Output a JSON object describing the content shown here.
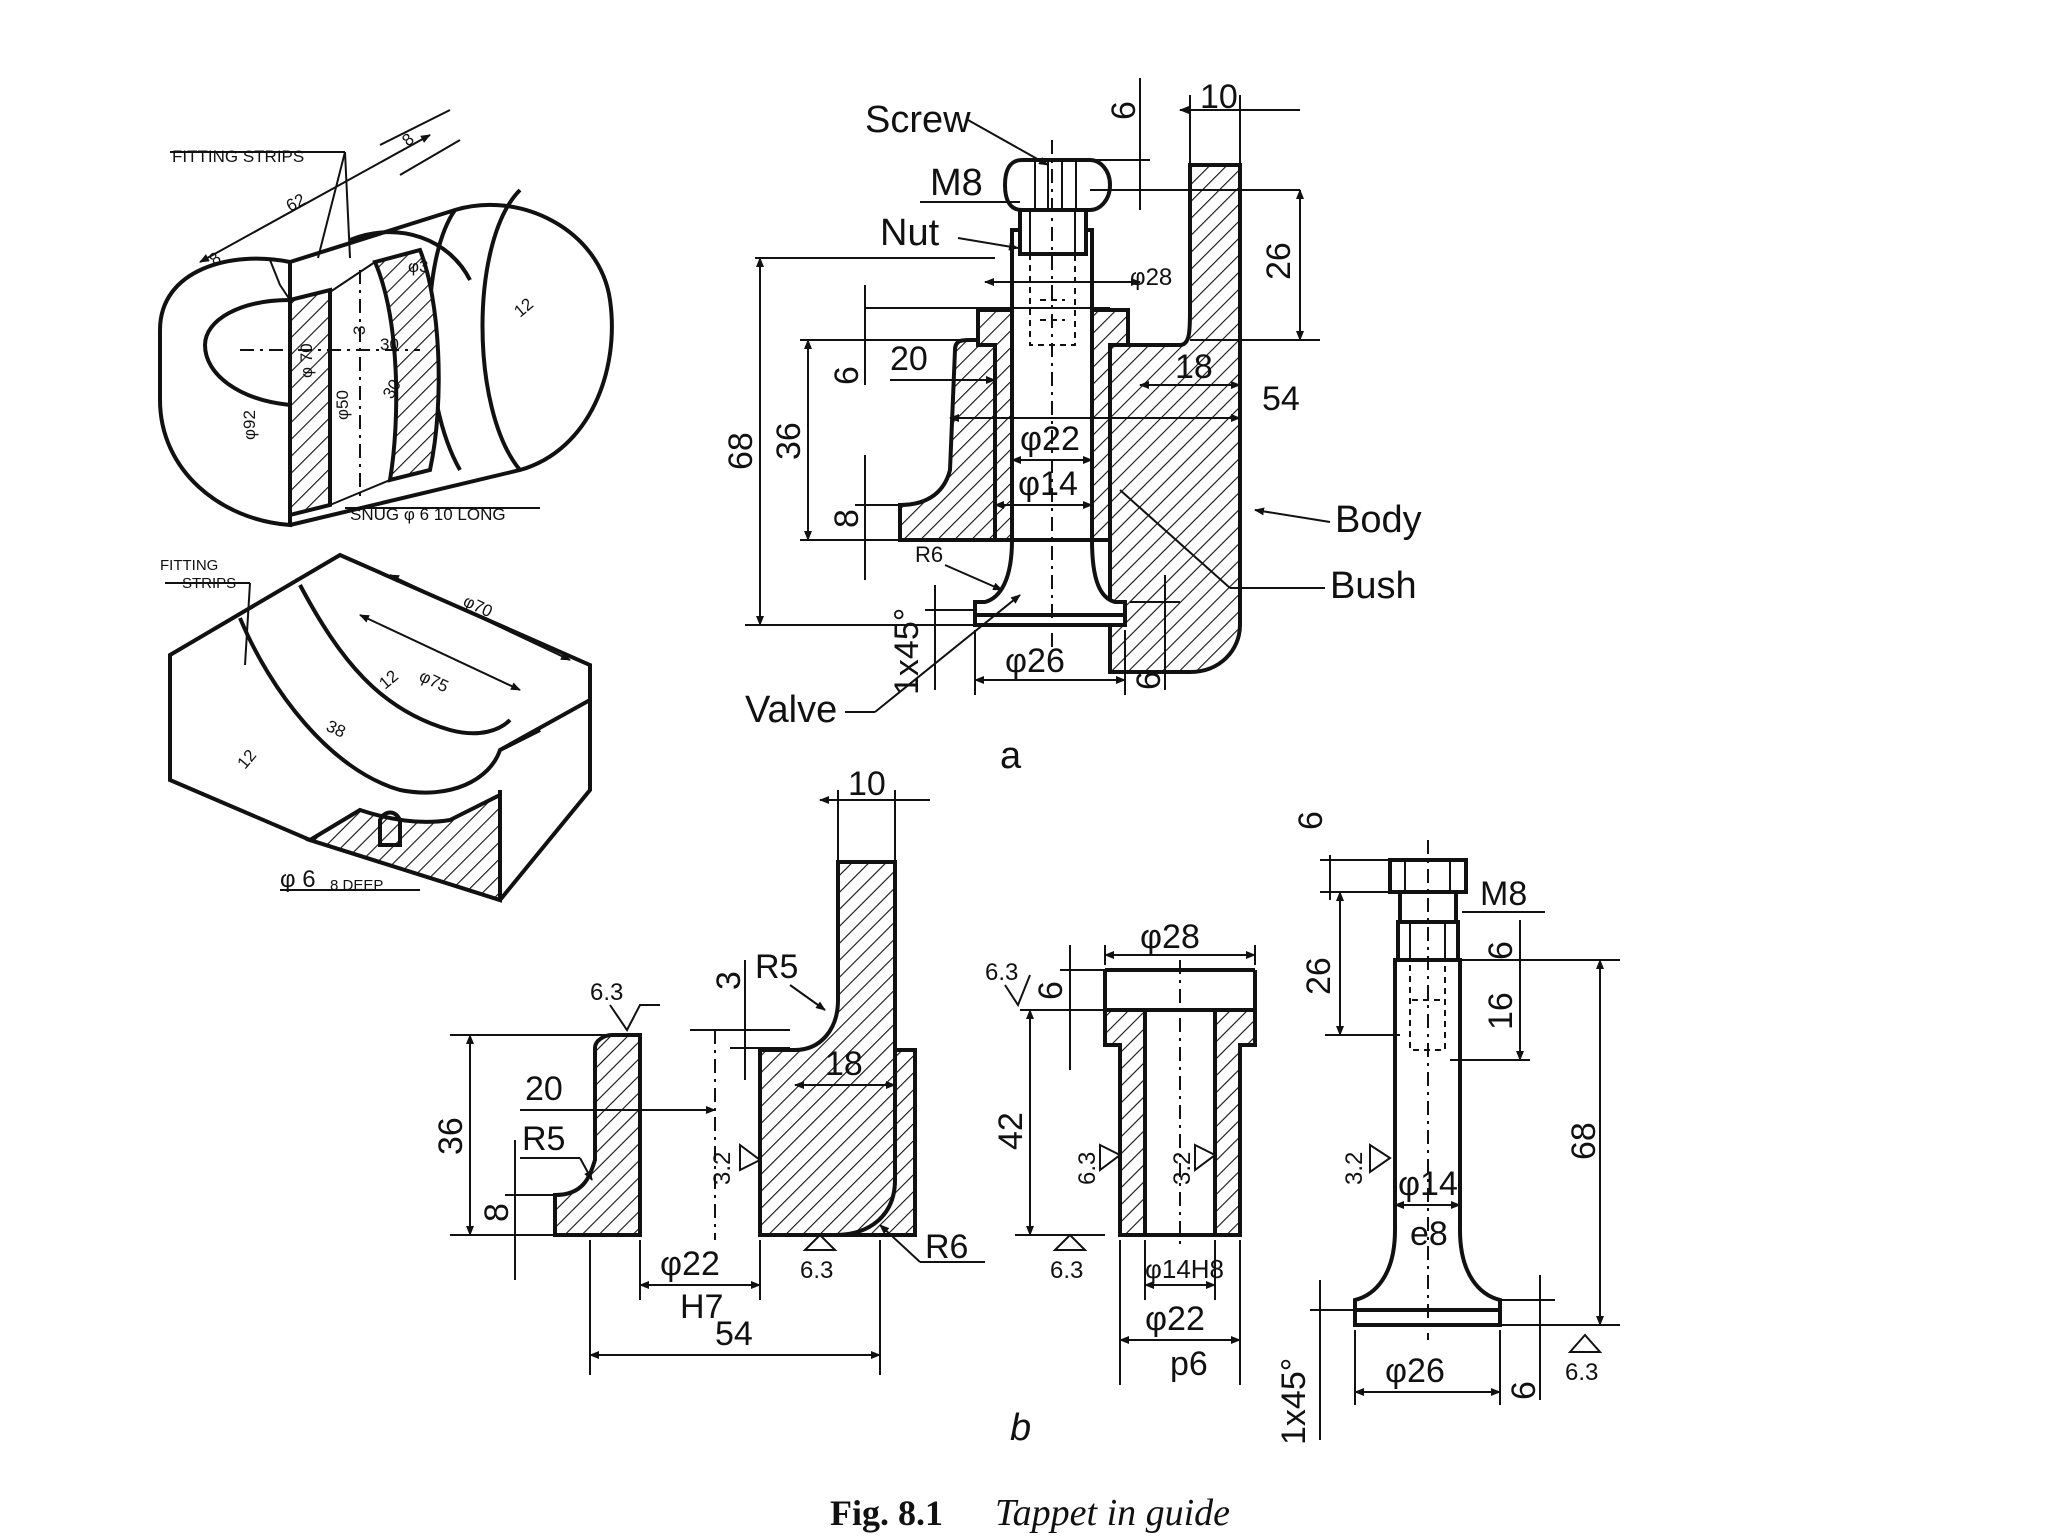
{
  "caption": {
    "number": "Fig. 8.1",
    "title": "Tappet in guide"
  },
  "views": {
    "a": "a",
    "b": "b"
  },
  "assembly": {
    "labels": {
      "screw": "Screw",
      "m8": "M8",
      "nut": "Nut",
      "body": "Body",
      "bush": "Bush",
      "valve": "Valve"
    },
    "dims": {
      "d10": "10",
      "d6_top": "6",
      "d26": "26",
      "phi28": "φ28",
      "d20": "20",
      "d18": "18",
      "d54": "54",
      "d68": "68",
      "d36": "36",
      "d6": "6",
      "phi22": "φ22",
      "phi14": "φ14",
      "d8": "8",
      "r6": "R6",
      "chamfer": "1x45°",
      "phi26": "φ26",
      "d6_bottom": "6"
    }
  },
  "iso": {
    "top": {
      "fitting_strips": "FITTING  STRIPS",
      "d8a": "8",
      "d8b": "8",
      "d62": "62",
      "phi3": "φ3",
      "d12": "12",
      "phi70": "φ 70",
      "d3": "3",
      "d30a": "30",
      "d30b": "30",
      "phi50": "φ50",
      "phi92": "φ92",
      "snug": "SNUG  φ 6   10 LONG"
    },
    "bottom": {
      "fitting": "FITTING",
      "strips": "STRIPS",
      "phi70": "φ70",
      "phi75": "φ75",
      "d12a": "12",
      "d38": "38",
      "d12b": "12",
      "hole": "φ 6",
      "deep": "8 DEEP"
    }
  },
  "body_detail": {
    "d10": "10",
    "r5_top": "R5",
    "d3": "3",
    "r6": "R6",
    "d18": "18",
    "d36": "36",
    "d20": "20",
    "r5": "R5",
    "d8": "8",
    "phi22": "φ22",
    "h7": "H7",
    "d54": "54",
    "fin_6_3a": "6.3",
    "fin_3_2": "3.2",
    "fin_6_3b": "6.3"
  },
  "bush_detail": {
    "phi28": "φ28",
    "fin_6_3a": "6.3",
    "d6": "6",
    "d42": "42",
    "fin_6_3b": "6.3",
    "fin_3_2": "3.2",
    "fin_6_3c": "6.3",
    "phi14h8": "φ14H8",
    "phi22": "φ22",
    "p6": "p6"
  },
  "valve_detail": {
    "d6": "6",
    "m8": "M8",
    "d26": "26",
    "d6b": "6",
    "d16": "16",
    "fin_3_2": "3.2",
    "phi14": "φ14",
    "e8": "e8",
    "d68": "68",
    "chamfer": "1x45°",
    "phi26": "φ26",
    "d6c": "6",
    "fin_6_3": "6.3"
  }
}
